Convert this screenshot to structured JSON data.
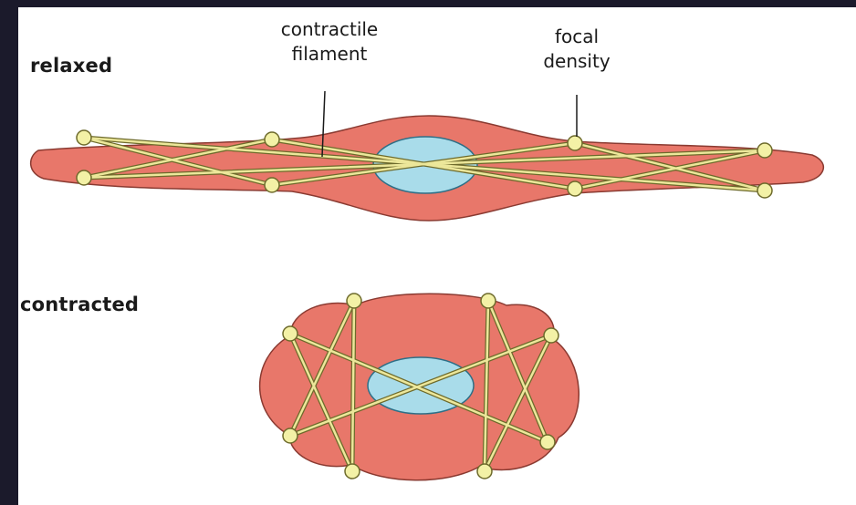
{
  "labels": {
    "relaxed": "relaxed",
    "contracted": "contracted",
    "contractile_filament": [
      "contractile",
      "filament"
    ],
    "focal_density": [
      "focal",
      "density"
    ]
  },
  "colors": {
    "background_frame": "#1b1a2b",
    "cell_body": "#e8776a",
    "cell_outline": "#8a3a31",
    "nucleus": "#a9dcea",
    "nucleus_outline": "#2d6f87",
    "filament": "#ece79a",
    "filament_outline": "#6d6a2b",
    "focal_density_node": "#f3f1a6",
    "node_outline": "#6d6a2b"
  }
}
